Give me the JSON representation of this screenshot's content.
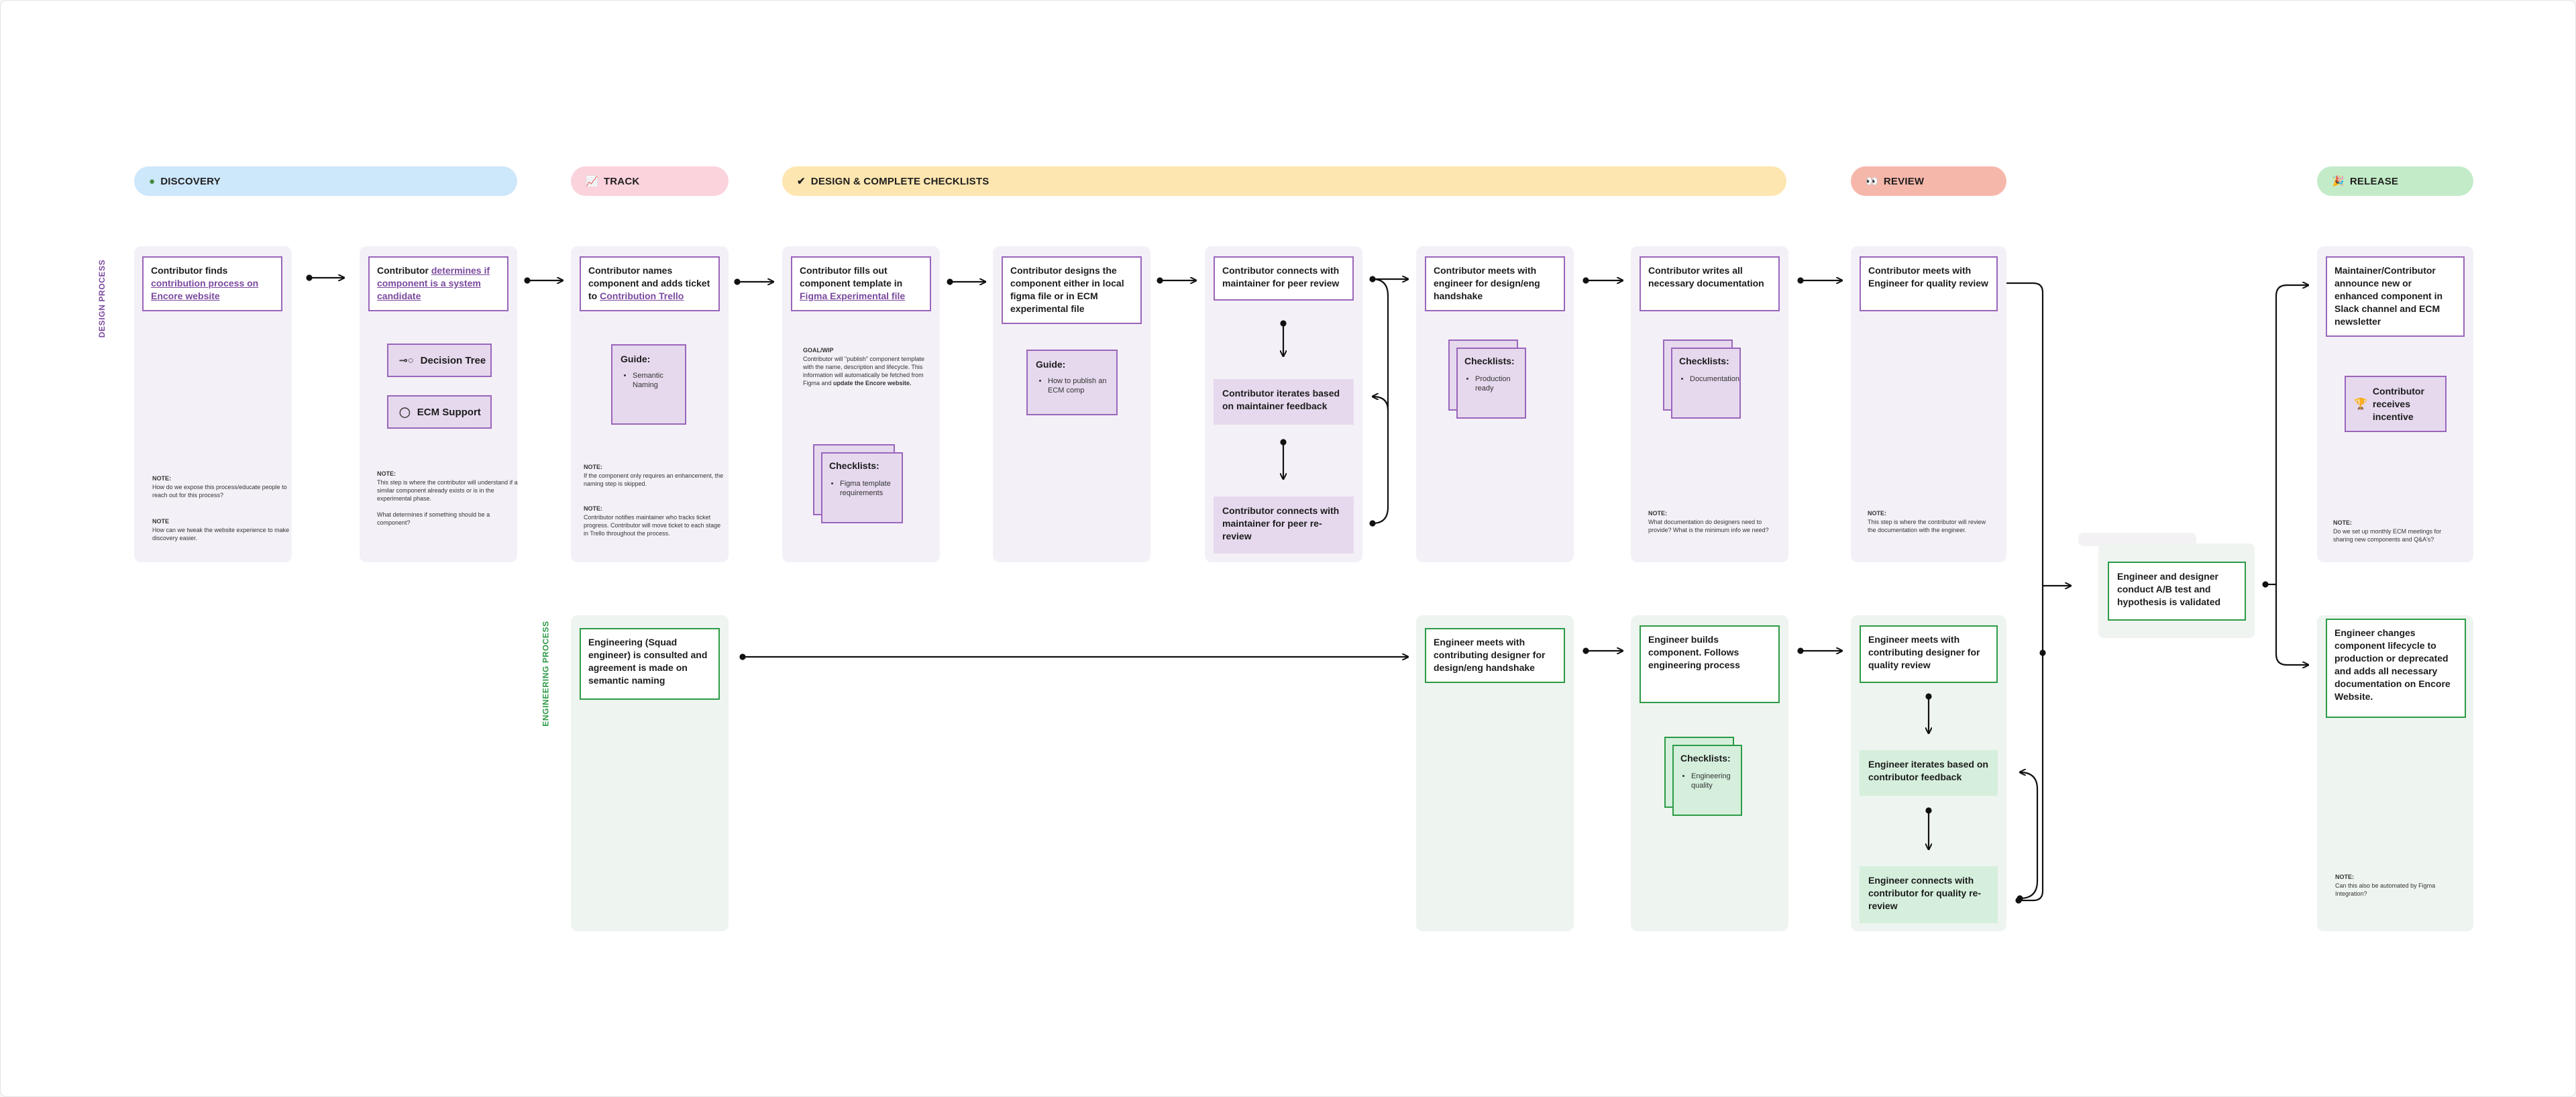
{
  "phases": {
    "discovery": {
      "icon": "●",
      "label": "DISCOVERY"
    },
    "track": {
      "icon": "📈",
      "label": "TRACK"
    },
    "design": {
      "icon": "✔",
      "label": "DESIGN & COMPLETE CHECKLISTS"
    },
    "review": {
      "icon": "👀",
      "label": "REVIEW"
    },
    "release": {
      "icon": "🎉",
      "label": "RELEASE"
    }
  },
  "lanes": {
    "design": "DESIGN PROCESS",
    "engineering": "ENGINEERING PROCESS"
  },
  "design": {
    "c1": {
      "pre": "Contributor finds ",
      "link": "contribution process on Encore website",
      "note1_title": "NOTE:",
      "note1": "How do we expose this process/educate people to reach out for this process?",
      "note2_title": "NOTE",
      "note2": "How can we tweak the website experience to make discovery easier."
    },
    "c2": {
      "pre": "Contributor ",
      "link": "determines if component is a system candidate",
      "tool1": "Decision Tree",
      "tool2": "ECM Support",
      "note_title": "NOTE:",
      "note": "This step is where the contributor will understand if a similar component already exists or is in the experimental phase.",
      "note2": "What determines if something should be a component?"
    },
    "c3": {
      "pre": "Contributor names component and adds ticket to ",
      "link": "Contribution Trello",
      "guide_title": "Guide:",
      "guide_item": "Semantic Naming",
      "note1_title": "NOTE:",
      "note1": "If the component only requires an enhancement, the naming step is skipped.",
      "note2_title": "NOTE:",
      "note2": "Contributor notifies maintainer who tracks ticket progress. Contributor will move ticket to each stage in Trello throughout the process."
    },
    "c4": {
      "pre": "Contributor fills out component template in ",
      "link": "Figma Experimental file",
      "goal_title": "GOAL/WIP",
      "goal_a": "Contributor will \"publish\" component template with the name, description and lifecycle. This information will automatically be fetched from Figma and ",
      "goal_b": "update the Encore website.",
      "checklist_title": "Checklists:",
      "checklist_item": "Figma template requirements"
    },
    "c5": {
      "text": "Contributor designs the component either in local figma file or in ECM experimental file",
      "guide_title": "Guide:",
      "guide_item": "How to publish an ECM comp"
    },
    "c6": {
      "text": "Contributor connects with maintainer for peer review",
      "iterate": "Contributor iterates based on maintainer feedback",
      "reconnect": "Contributor connects with maintainer for peer re-review"
    },
    "c7": {
      "text": "Contributor meets with engineer for design/eng handshake",
      "checklist_title": "Checklists:",
      "checklist_item": "Production ready"
    },
    "c8": {
      "text": "Contributor writes all necessary documentation",
      "checklist_title": "Checklists:",
      "checklist_item": "Documentation",
      "note_title": "NOTE:",
      "note": "What documentation do designers need to provide? What is the minimum info we need?"
    },
    "c9": {
      "text": "Contributor meets with Engineer for quality review",
      "note_title": "NOTE:",
      "note": "This step is where the contributor will review the documentation with the engineer."
    },
    "c10": {
      "text": "Maintainer/Contributor announce new or enhanced component in Slack channel and ECM newsletter",
      "incentive": "Contributor receives incentive",
      "incentive_icon": "🏆",
      "note_title": "NOTE:",
      "note": "Do we set up monthly ECM meetings for sharing new components and Q&A's?"
    }
  },
  "engineering": {
    "e1": {
      "text": "Engineering (Squad engineer) is consulted and agreement is made on semantic naming"
    },
    "e2": {
      "text": "Engineer meets with contributing designer for design/eng handshake"
    },
    "e3": {
      "text": "Engineer builds component. Follows engineering process",
      "checklist_title": "Checklists:",
      "checklist_item": "Engineering quality"
    },
    "e4": {
      "text": "Engineer meets with contributing designer for quality review",
      "iterate": "Engineer iterates based on contributor feedback",
      "reconnect": "Engineer connects with contributor for quality re-review"
    },
    "e5": {
      "text": "Engineer changes component lifecycle to production or deprecated and adds all necessary documentation on Encore Website.",
      "note_title": "NOTE:",
      "note": "Can this also be automated by Figma Integration?"
    }
  },
  "ab_test": {
    "text": "Engineer and designer conduct A/B test and hypothesis is validated"
  },
  "icons": {
    "decision_tree": "decision-tree-icon",
    "ecm_support": "speech-bubble-icon",
    "trophy": "trophy-icon"
  },
  "colors": {
    "design_accent": "#9a66bb",
    "engineering_accent": "#2c9b45",
    "discovery": "#cde7fb",
    "track": "#fbd3dc",
    "design_phase": "#fde6b0",
    "review": "#f6b7ab",
    "release": "#c3ebc8"
  }
}
